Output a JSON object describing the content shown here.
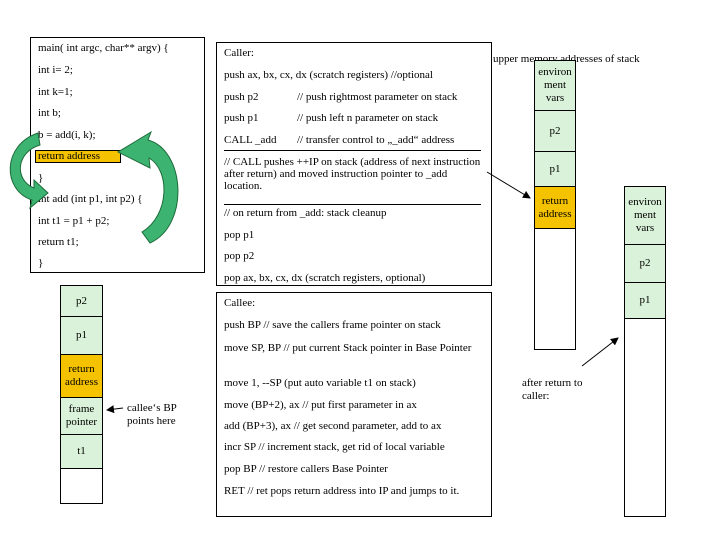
{
  "code": {
    "lines": [
      "main( int argc, char** argv)  {",
      "int i= 2;",
      "int k=1;",
      "int b;",
      "b = add(i, k);",
      "return address",
      "}",
      "int add (int p1, int p2) {",
      "int t1 = p1 + p2;",
      "return t1;",
      "}"
    ]
  },
  "caller": {
    "title": "Caller:",
    "l1": "push ax, bx, cx, dx (scratch registers) //optional",
    "l2a": "push p2",
    "l2b": "// push rightmost parameter on stack",
    "l3a": "push p1",
    "l3b": "// push left n parameter on stack",
    "l4a": "CALL _add",
    "l4b": "// transfer control to „_add“ address",
    "note": "// CALL pushes ++IP on stack (address of next instruction after return) and moved instruction pointer to _add location.",
    "cleanup": "// on return from _add: stack cleanup",
    "pop1": "pop p1",
    "pop2": "pop p2",
    "pop3": "pop ax, bx, cx, dx (scratch registers, optional)"
  },
  "callee": {
    "title": "Callee:",
    "l1": "push BP  // save the callers frame pointer on stack",
    "l2": "move SP, BP  // put current Stack pointer in Base Pointer",
    "l3": "move 1, --SP  (put auto variable t1 on stack)",
    "l4": "move (BP+2), ax  // put first parameter in ax",
    "l5": "add (BP+3), ax   // get second parameter, add to ax",
    "l6": "incr SP  // increment stack, get rid of local variable",
    "l7": "pop BP  // restore callers Base Pointer",
    "l8": "RET    // ret pops return address into IP and jumps to it."
  },
  "stack_left": {
    "cells": [
      "p2",
      "p1",
      "return address",
      "frame pointer",
      "t1"
    ],
    "note": "callee‘s BP points here"
  },
  "stack_middle": {
    "label": "upper memory addresses of stack",
    "cells": [
      "environ ment vars",
      "p2",
      "p1",
      "return address"
    ]
  },
  "stack_right": {
    "cells": [
      "environ ment vars",
      "p2",
      "p1"
    ],
    "note": "after return to caller:"
  },
  "colors": {
    "green": "#d9f2d9",
    "orange": "#f5c200",
    "arrow_green": "#3cb371"
  }
}
